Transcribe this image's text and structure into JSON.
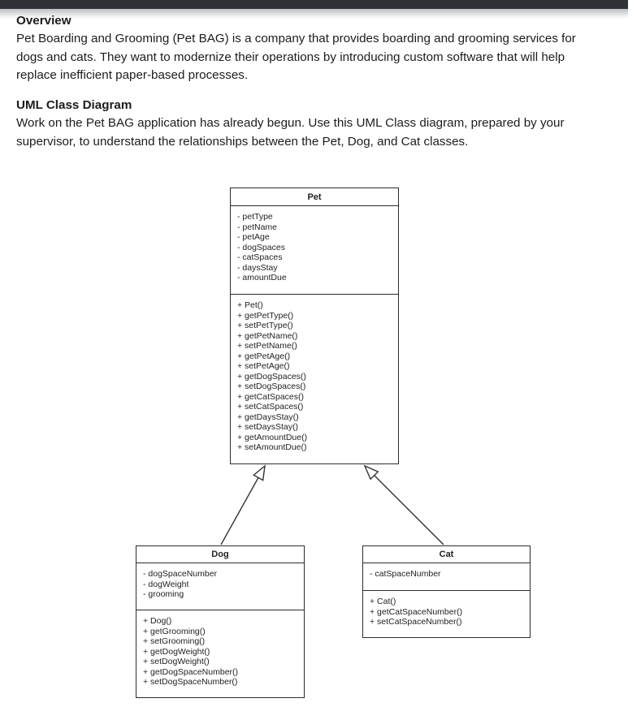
{
  "window": {
    "top_bar_color": "#2f3338"
  },
  "document": {
    "sections": [
      {
        "heading": "Overview",
        "lines": [
          "Pet Boarding and Grooming (Pet BAG) is a company that provides boarding and grooming services for",
          "dogs and cats. They want to modernize their operations by introducing custom software that will help",
          "replace inefficient paper-based processes."
        ]
      },
      {
        "heading": "UML Class Diagram",
        "lines": [
          "Work on the Pet BAG application has already begun. Use this UML Class diagram, prepared by your",
          "supervisor, to understand the relationships between the Pet, Dog, and Cat classes."
        ]
      }
    ]
  },
  "diagram": {
    "line_color": "#333333",
    "classes": [
      {
        "name": "Pet",
        "attributes": [
          "- petType",
          "- petName",
          "- petAge",
          "- dogSpaces",
          "- catSpaces",
          "- daysStay",
          "- amountDue"
        ],
        "methods": [
          "+ Pet()",
          "+ getPetType()",
          "+ setPetType()",
          "+ getPetName()",
          "+ setPetName()",
          "+ getPetAge()",
          "+ setPetAge()",
          "+ getDogSpaces()",
          "+ setDogSpaces()",
          "+ getCatSpaces()",
          "+ setCatSpaces()",
          "+ getDaysStay()",
          "+ setDaysStay()",
          "+ getAmountDue()",
          "+ setAmountDue()"
        ]
      },
      {
        "name": "Dog",
        "attributes": [
          "- dogSpaceNumber",
          "- dogWeight",
          "- grooming"
        ],
        "methods": [
          "+ Dog()",
          "+ getGrooming()",
          "+ setGrooming()",
          "+ getDogWeight()",
          "+ setDogWeight()",
          "+ getDogSpaceNumber()",
          "+ setDogSpaceNumber()"
        ]
      },
      {
        "name": "Cat",
        "attributes": [
          "- catSpaceNumber"
        ],
        "methods": [
          "+ Cat()",
          "+ getCatSpaceNumber()",
          "+ setCatSpaceNumber()"
        ]
      }
    ],
    "relations": [
      {
        "from": "Dog",
        "to": "Pet",
        "type": "inheritance"
      },
      {
        "from": "Cat",
        "to": "Pet",
        "type": "inheritance"
      }
    ]
  }
}
